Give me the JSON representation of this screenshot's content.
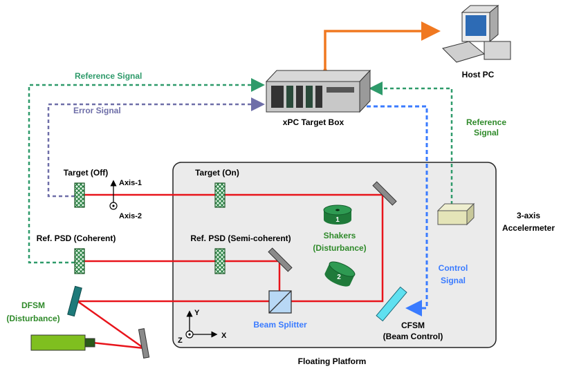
{
  "colors": {
    "laser": "#e8141b",
    "reference": "#2e9a6a",
    "error": "#6e6ea8",
    "control": "#3a7bff",
    "host_link": "#f07820",
    "platform_fill": "#ebebeb",
    "target_green": "#1f7a3a",
    "accent_green": "#2f8a2a"
  },
  "labels": {
    "host_pc": "Host PC",
    "xpc_box": "xPC Target Box",
    "reference_signal_left": "Reference Signal",
    "error_signal": "Error Signal",
    "reference_signal_right_1": "Reference",
    "reference_signal_right_2": "Signal",
    "target_off": "Target (Off)",
    "target_on": "Target (On)",
    "axis1": "Axis-1",
    "axis2": "Axis-2",
    "ref_psd_coherent": "Ref. PSD (Coherent)",
    "ref_psd_semi": "Ref. PSD (Semi-coherent)",
    "shakers_1": "Shakers",
    "shakers_2": "(Disturbance)",
    "shaker_1_num": "1",
    "shaker_2_num": "2",
    "accel_1": "3-axis",
    "accel_2": "Accelermeter",
    "control_signal_1": "Control",
    "control_signal_2": "Signal",
    "dfsm_1": "DFSM",
    "dfsm_2": "(Disturbance)",
    "beam_splitter": "Beam Splitter",
    "cfsm_1": "CFSM",
    "cfsm_2": "(Beam Control)",
    "floating_platform": "Floating Platform",
    "axis_x": "X",
    "axis_y": "Y",
    "axis_z": "Z"
  }
}
